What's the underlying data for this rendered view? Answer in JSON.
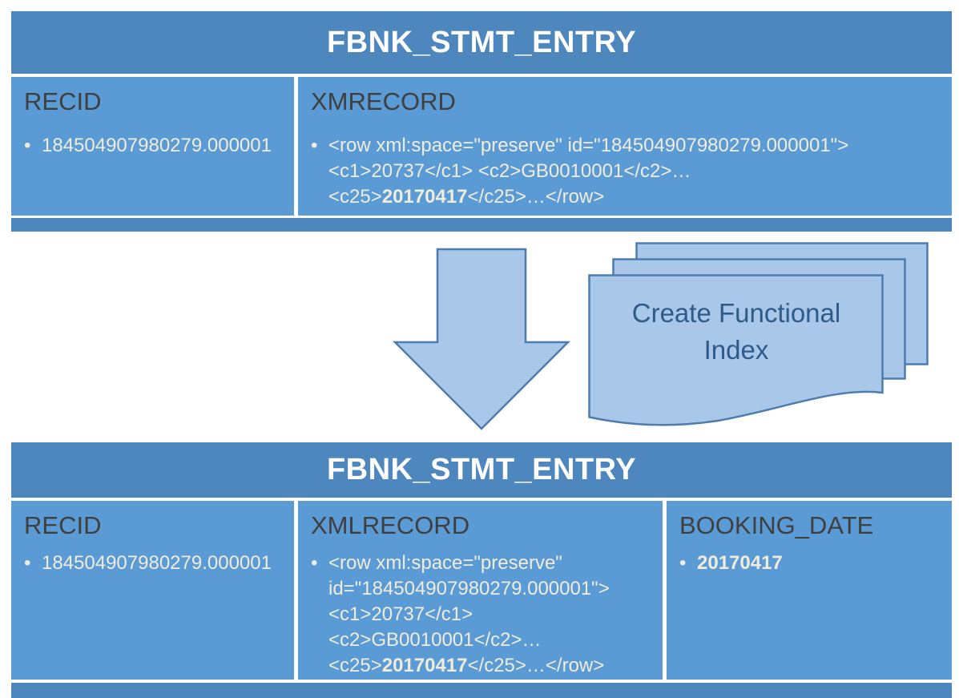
{
  "colors": {
    "table_header_blue": "#4E86BE",
    "table_cell_blue": "#5B9BD5",
    "table_title_text": "#FFFFFF",
    "column_header_text": "#3F3F3F",
    "cell_value_text": "#F0ECDB",
    "shape_fill": "#A9C7E9",
    "shape_stroke": "#4D7CAE",
    "note_text": "#2E5B88",
    "background": "#FFFFFF"
  },
  "icons": {
    "bullet_glyph": "•",
    "down_arrow": "down-arrow-icon",
    "multidocument": "multidocument-icon"
  },
  "top_table": {
    "title": "FBNK_STMT_ENTRY",
    "columns": [
      {
        "header": "RECID",
        "lines": [
          [
            {
              "t": "184504907980279.000001"
            }
          ]
        ]
      },
      {
        "header": "XMRECORD",
        "lines": [
          [
            {
              "t": "<row xml:space=\"preserve\" id=\"184504907980279.000001\">"
            }
          ],
          [
            {
              "t": "<c1>20737</c1> <c2>GB0010001</c2>…"
            }
          ],
          [
            {
              "t": "<c25>"
            },
            {
              "t": "20170417",
              "b": true
            },
            {
              "t": "</c25>…</row>"
            }
          ]
        ]
      }
    ]
  },
  "transition": {
    "note_label": "Create Functional Index"
  },
  "bottom_table": {
    "title": "FBNK_STMT_ENTRY",
    "columns": [
      {
        "header": "RECID",
        "lines": [
          [
            {
              "t": "184504907980279.000001"
            }
          ]
        ]
      },
      {
        "header": "XMLRECORD",
        "lines": [
          [
            {
              "t": "<row xml:space=\"preserve\""
            }
          ],
          [
            {
              "t": "id=\"184504907980279.000001\">"
            }
          ],
          [
            {
              "t": "<c1>20737</c1>"
            }
          ],
          [
            {
              "t": "<c2>GB0010001</c2>…"
            }
          ],
          [
            {
              "t": "<c25>"
            },
            {
              "t": "20170417",
              "b": true
            },
            {
              "t": "</c25>…</row>"
            }
          ]
        ]
      },
      {
        "header": "BOOKING_DATE",
        "lines": [
          [
            {
              "t": "20170417",
              "b": true
            }
          ]
        ]
      }
    ]
  }
}
